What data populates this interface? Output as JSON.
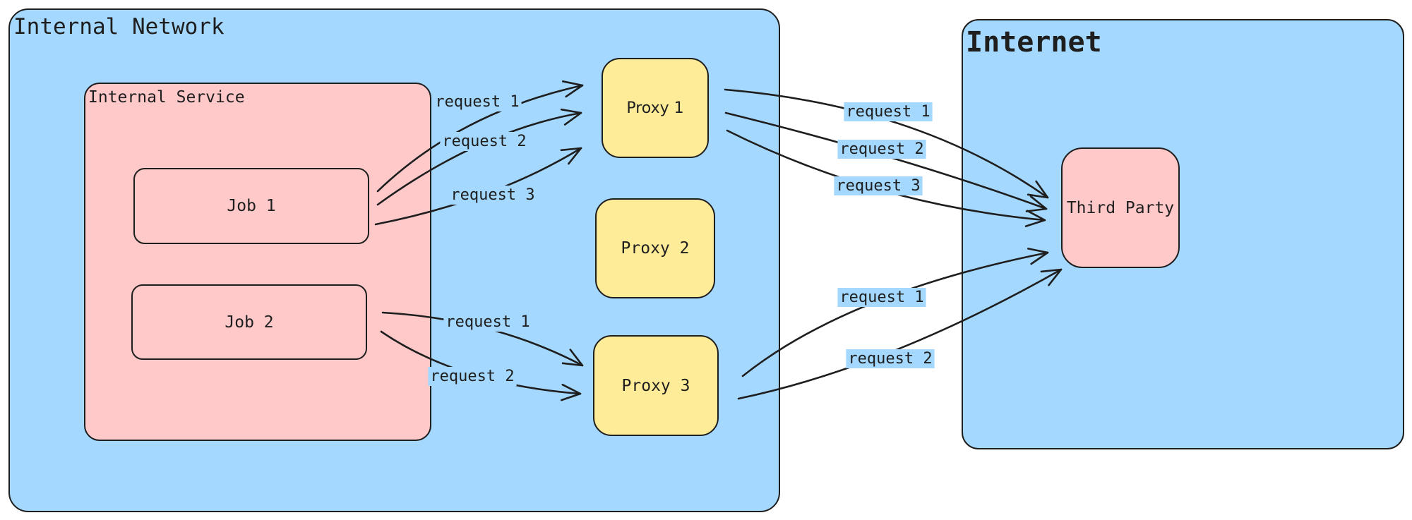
{
  "colors": {
    "network_fill": "#a5d8ff",
    "service_fill": "#ffc9c9",
    "proxy_fill": "#ffec99",
    "third_party_fill": "#ffc9c9",
    "stroke": "#1e1e1e"
  },
  "zones": {
    "internal_network": {
      "title": "Internal Network"
    },
    "internal_service": {
      "title": "Internal Service"
    },
    "internet": {
      "title": "Internet"
    }
  },
  "nodes": {
    "job1": {
      "label": "Job 1"
    },
    "job2": {
      "label": "Job 2"
    },
    "proxy1": {
      "label": "Proxy 1"
    },
    "proxy2": {
      "label": "Proxy 2"
    },
    "proxy3": {
      "label": "Proxy 3"
    },
    "third_party": {
      "label": "Third Party"
    }
  },
  "edges": [
    {
      "id": "job1-proxy1-r1",
      "from": "job1",
      "to": "proxy1",
      "label": "request 1"
    },
    {
      "id": "job1-proxy1-r2",
      "from": "job1",
      "to": "proxy1",
      "label": "request 2"
    },
    {
      "id": "job1-proxy1-r3",
      "from": "job1",
      "to": "proxy1",
      "label": "request 3"
    },
    {
      "id": "proxy1-third-r1",
      "from": "proxy1",
      "to": "third_party",
      "label": "request 1"
    },
    {
      "id": "proxy1-third-r2",
      "from": "proxy1",
      "to": "third_party",
      "label": "request 2"
    },
    {
      "id": "proxy1-third-r3",
      "from": "proxy1",
      "to": "third_party",
      "label": "request 3"
    },
    {
      "id": "job2-proxy3-r1",
      "from": "job2",
      "to": "proxy3",
      "label": "request 1"
    },
    {
      "id": "job2-proxy3-r2",
      "from": "job2",
      "to": "proxy3",
      "label": "request 2"
    },
    {
      "id": "proxy3-third-r1",
      "from": "proxy3",
      "to": "third_party",
      "label": "request 1"
    },
    {
      "id": "proxy3-third-r2",
      "from": "proxy3",
      "to": "third_party",
      "label": "request 2"
    }
  ]
}
